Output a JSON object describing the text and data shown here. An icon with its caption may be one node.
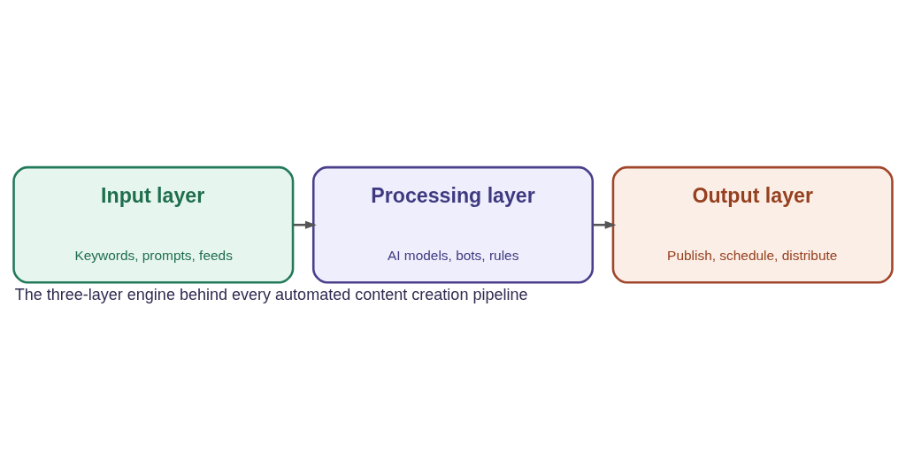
{
  "diagram": {
    "caption": "The three-layer engine behind every automated content creation pipeline",
    "nodes": [
      {
        "text": [
          "Input layer",
          "Keywords, prompts, feeds"
        ]
      },
      {
        "text": [
          "Processing layer",
          "AI models, bots, rules"
        ]
      },
      {
        "text": [
          "Output layer",
          "Publish, schedule, distribute"
        ]
      }
    ],
    "edges": [
      {
        "from": 0,
        "to": 1,
        "arrow": "to"
      },
      {
        "from": 1,
        "to": 2,
        "arrow": "to"
      }
    ]
  }
}
